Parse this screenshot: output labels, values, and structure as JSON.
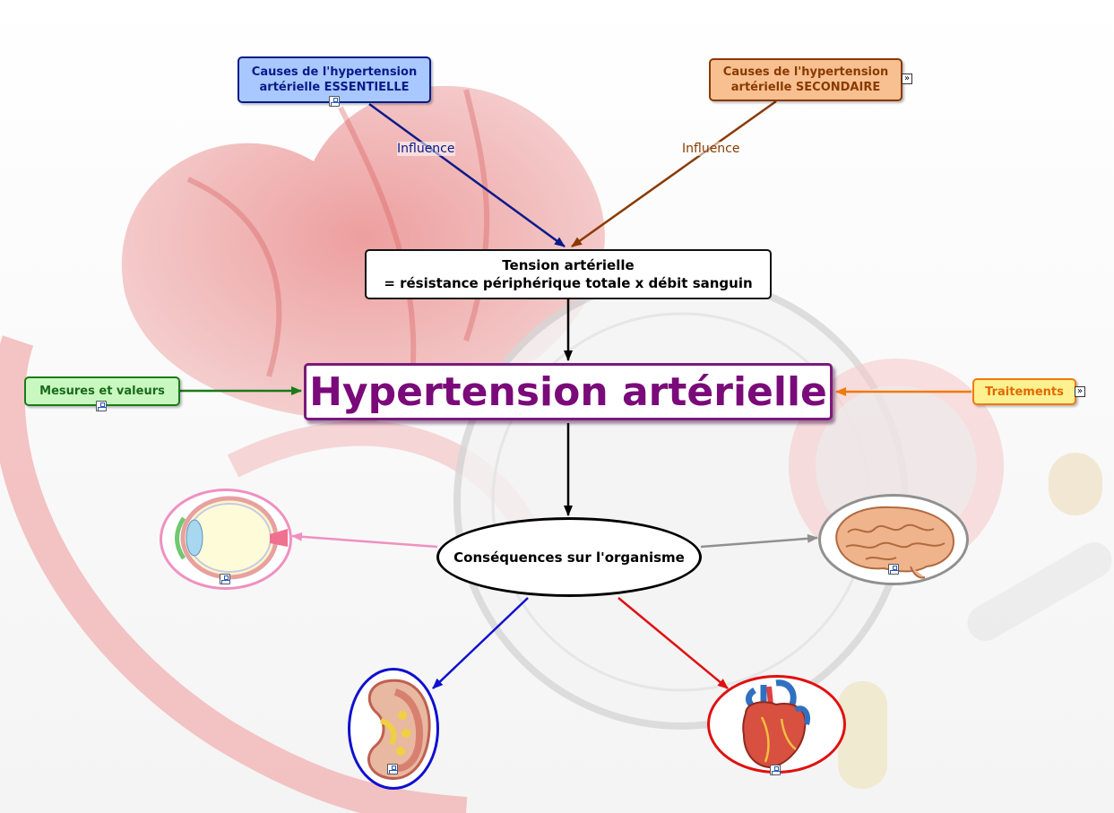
{
  "map": {
    "central_title": "Hypertension artérielle",
    "tension": {
      "line1": "Tension artérielle",
      "line2": "= résistance périphérique totale x débit sanguin"
    },
    "causes_essentielle": {
      "line1": "Causes de l'hypertension",
      "line2": "artérielle ESSENTIELLE",
      "relation": "Influence"
    },
    "causes_secondaire": {
      "line1": "Causes de l'hypertension",
      "line2": "artérielle SECONDAIRE",
      "relation": "Influence"
    },
    "mesures": "Mesures et valeurs",
    "traitements": "Traitements",
    "consequences": "Conséquences sur l'organisme",
    "images": [
      "eye-image",
      "brain-image",
      "kidney-image",
      "heart-image"
    ]
  },
  "colors": {
    "central_border": "#7a1a7a",
    "central_text": "#7a0a7a",
    "essentielle_fill": "#a8c8ff",
    "essentielle_border": "#0a1a8a",
    "secondaire_fill": "#f8c090",
    "secondaire_border": "#8a3a00",
    "mesures_fill": "#c8f8c0",
    "mesures_border": "#1a7a1a",
    "traitements_fill": "#fff090",
    "traitements_border": "#f07a10",
    "eye_link": "#f090c0",
    "brain_link": "#909090",
    "kidney_link": "#1010d0",
    "heart_link": "#e01010"
  }
}
